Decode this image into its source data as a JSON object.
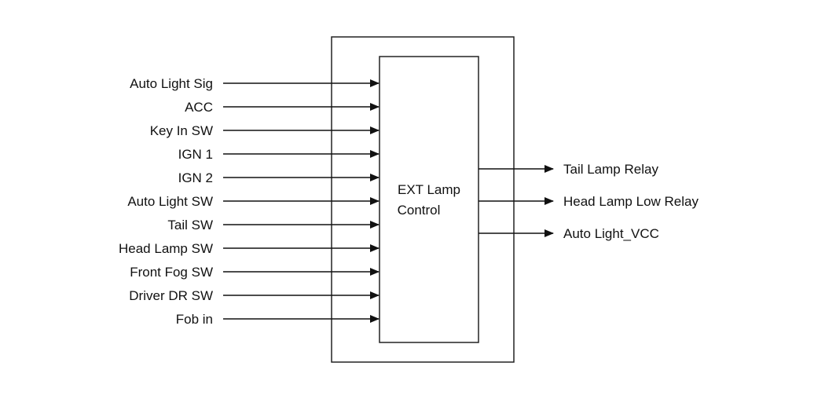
{
  "diagram": {
    "block": {
      "title_line1": "EXT Lamp",
      "title_line2": "Control"
    },
    "inputs": [
      {
        "label": "Auto Light Sig"
      },
      {
        "label": "ACC"
      },
      {
        "label": "Key In SW"
      },
      {
        "label": "IGN 1"
      },
      {
        "label": "IGN 2"
      },
      {
        "label": "Auto Light SW"
      },
      {
        "label": "Tail SW"
      },
      {
        "label": "Head Lamp SW"
      },
      {
        "label": "Front Fog SW"
      },
      {
        "label": "Driver DR SW"
      },
      {
        "label": "Fob in"
      }
    ],
    "outputs": [
      {
        "label": "Tail Lamp Relay"
      },
      {
        "label": "Head Lamp Low Relay"
      },
      {
        "label": "Auto Light_VCC"
      }
    ]
  }
}
